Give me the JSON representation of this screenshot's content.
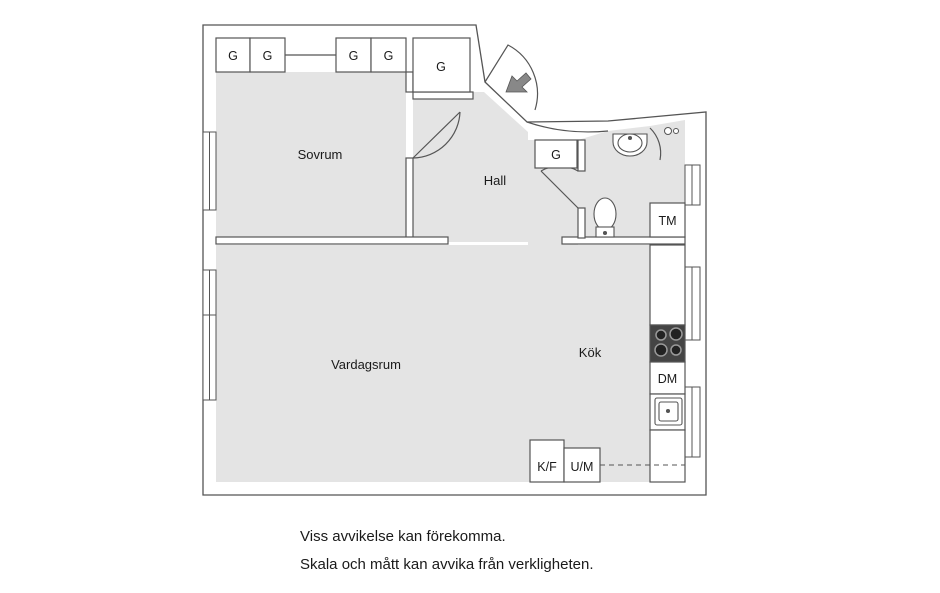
{
  "rooms": {
    "bedroom": "Sovrum",
    "hall": "Hall",
    "living": "Vardagsrum",
    "kitchen": "Kök"
  },
  "fixtures": {
    "wardrobe": "G",
    "washing_machine": "TM",
    "dishwasher": "DM",
    "fridge_freezer": "K/F",
    "oven_microwave": "U/M"
  },
  "disclaimer": {
    "line1": "Viss avvikelse kan förekomma.",
    "line2": "Skala och mått kan avvika från verkligheten."
  },
  "colors": {
    "floor": "#e4e4e4",
    "wall": "#555555",
    "wall_fill": "#ffffff"
  }
}
